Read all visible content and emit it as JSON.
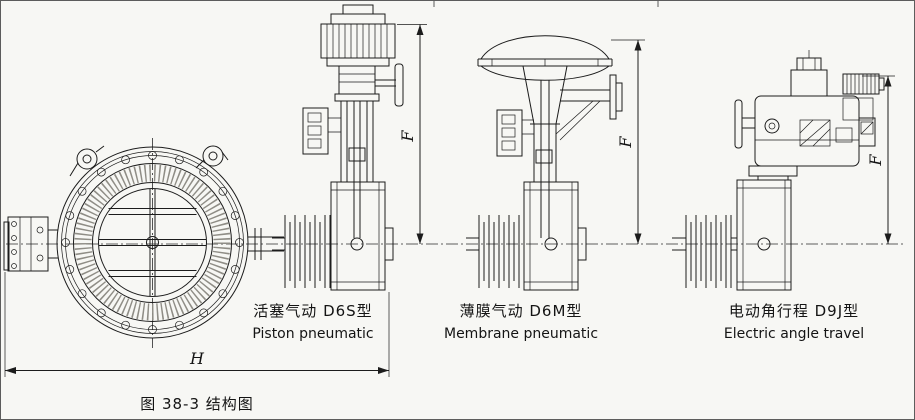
{
  "figure": {
    "caption": "图 38-3 结构图",
    "dim_h": "H",
    "dim_f": "F"
  },
  "sections": [
    {
      "name_cn": "活塞气动 D6S型",
      "name_en": "Piston pneumatic"
    },
    {
      "name_cn": "薄膜气动 D6M型",
      "name_en": "Membrane pneumatic"
    },
    {
      "name_cn": "电动角行程 D9J型",
      "name_en": "Electric angle travel"
    }
  ],
  "colors": {
    "line": "#1c1c1c",
    "background": "#f7f7f4"
  }
}
